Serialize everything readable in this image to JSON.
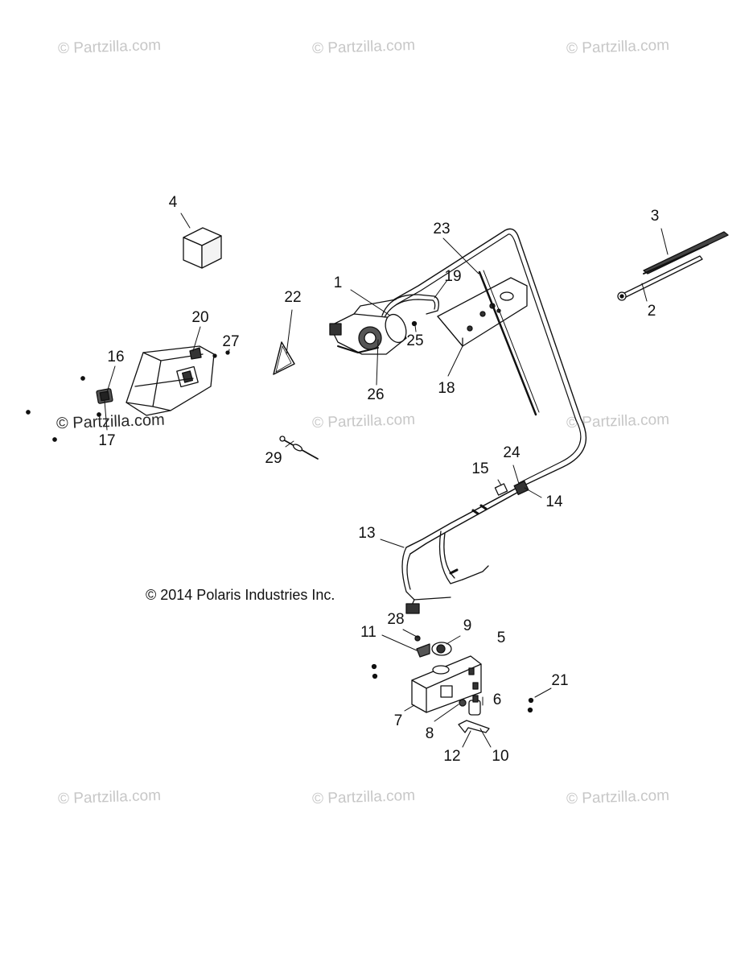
{
  "watermark": {
    "text": "© Partzilla.com",
    "dark_text": "© Partzilla.com"
  },
  "copyright": "© 2014 Polaris Industries Inc.",
  "callouts": [
    "1",
    "2",
    "3",
    "4",
    "5",
    "6",
    "7",
    "8",
    "9",
    "10",
    "11",
    "12",
    "13",
    "14",
    "15",
    "16",
    "17",
    "18",
    "19",
    "20",
    "21",
    "22",
    "23",
    "24",
    "25",
    "26",
    "27",
    "28",
    "29"
  ]
}
